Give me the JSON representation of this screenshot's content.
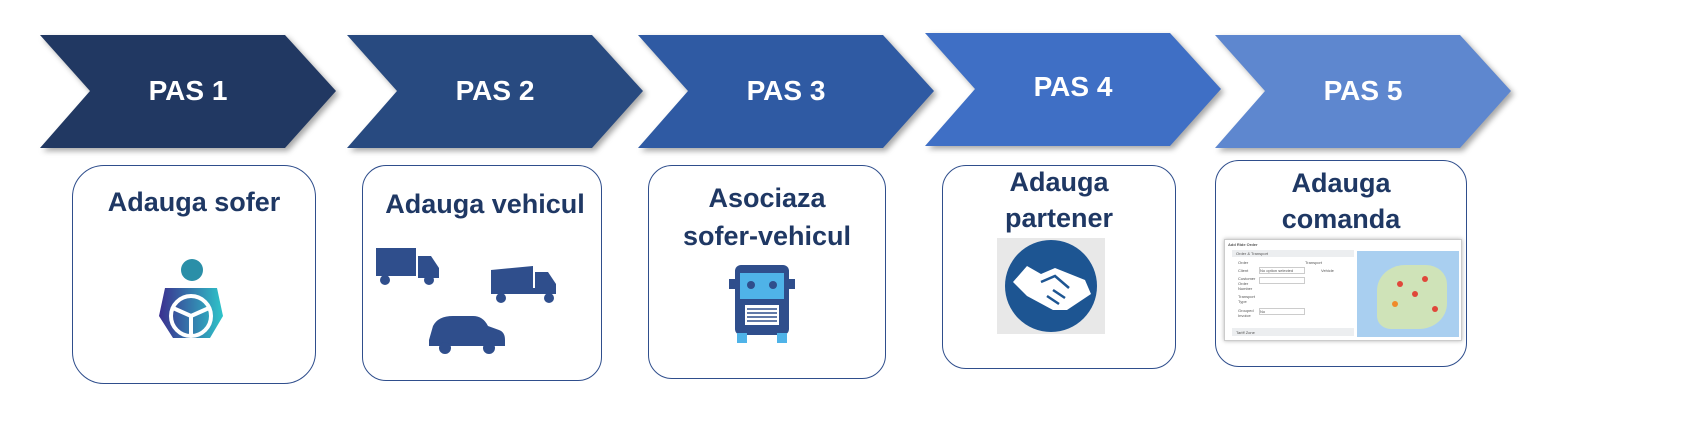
{
  "steps": [
    {
      "label": "PAS 1",
      "color": "#213862",
      "title": [
        "Adauga sofer"
      ],
      "icon": "driver-steering-wheel-icon"
    },
    {
      "label": "PAS 2",
      "color": "#284A80",
      "title": [
        "Adauga vehicul"
      ],
      "icon": "vehicles-icon"
    },
    {
      "label": "PAS 3",
      "color": "#2F5AA3",
      "title": [
        "Asociaza",
        "sofer-vehicul"
      ],
      "icon": "truck-with-drivers-icon"
    },
    {
      "label": "PAS 4",
      "color": "#3F6FC5",
      "title": [
        "Adauga",
        "partener"
      ],
      "icon": "handshake-icon"
    },
    {
      "label": "PAS 5",
      "color": "#5E87CF",
      "title": [
        "Adauga",
        "comanda"
      ],
      "icon": "order-screenshot"
    }
  ],
  "screenshot": {
    "title": "Add Ride Order",
    "section": "Order & Transport",
    "order": "Order",
    "transport": "Transport",
    "client": "Client",
    "placeholder": "No option selected",
    "customer_order": "Customer Order Number",
    "transport_type": "Transport Type",
    "grouped": "Grouped Invoice",
    "no": "No",
    "vehicle": "Vehicle",
    "tariff": "Tariff Zone"
  }
}
